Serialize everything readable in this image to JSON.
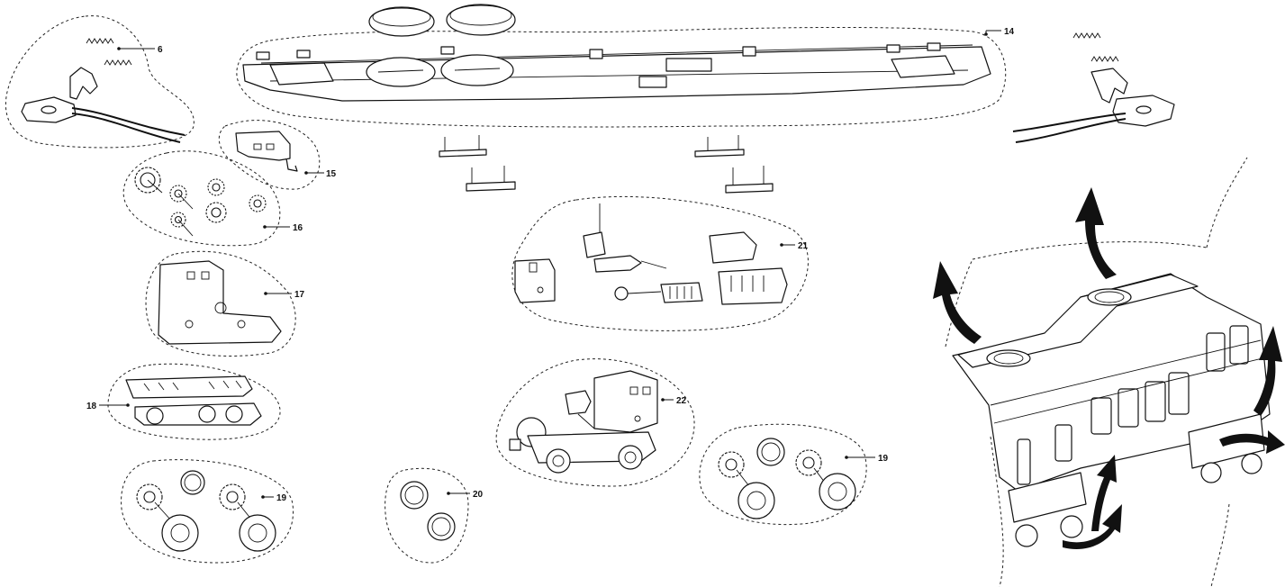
{
  "diagram": {
    "callouts": {
      "c6": "6",
      "c14": "14",
      "c15": "15",
      "c16": "16",
      "c17": "17",
      "c18": "18",
      "c19a": "19",
      "c19b": "19",
      "c20": "20",
      "c21": "21",
      "c22": "22"
    },
    "parts": [
      {
        "id": "6",
        "name": "coupler assembly with springs and wire"
      },
      {
        "id": "14",
        "name": "chassis frame"
      },
      {
        "id": "15",
        "name": "bracket"
      },
      {
        "id": "16",
        "name": "gears"
      },
      {
        "id": "17",
        "name": "bogie frame"
      },
      {
        "id": "18",
        "name": "bogie"
      },
      {
        "id": "19",
        "name": "wheelsets with traction tyres"
      },
      {
        "id": "20",
        "name": "traction tyres"
      },
      {
        "id": "21",
        "name": "electrical components"
      },
      {
        "id": "22",
        "name": "motor bogie"
      }
    ]
  }
}
